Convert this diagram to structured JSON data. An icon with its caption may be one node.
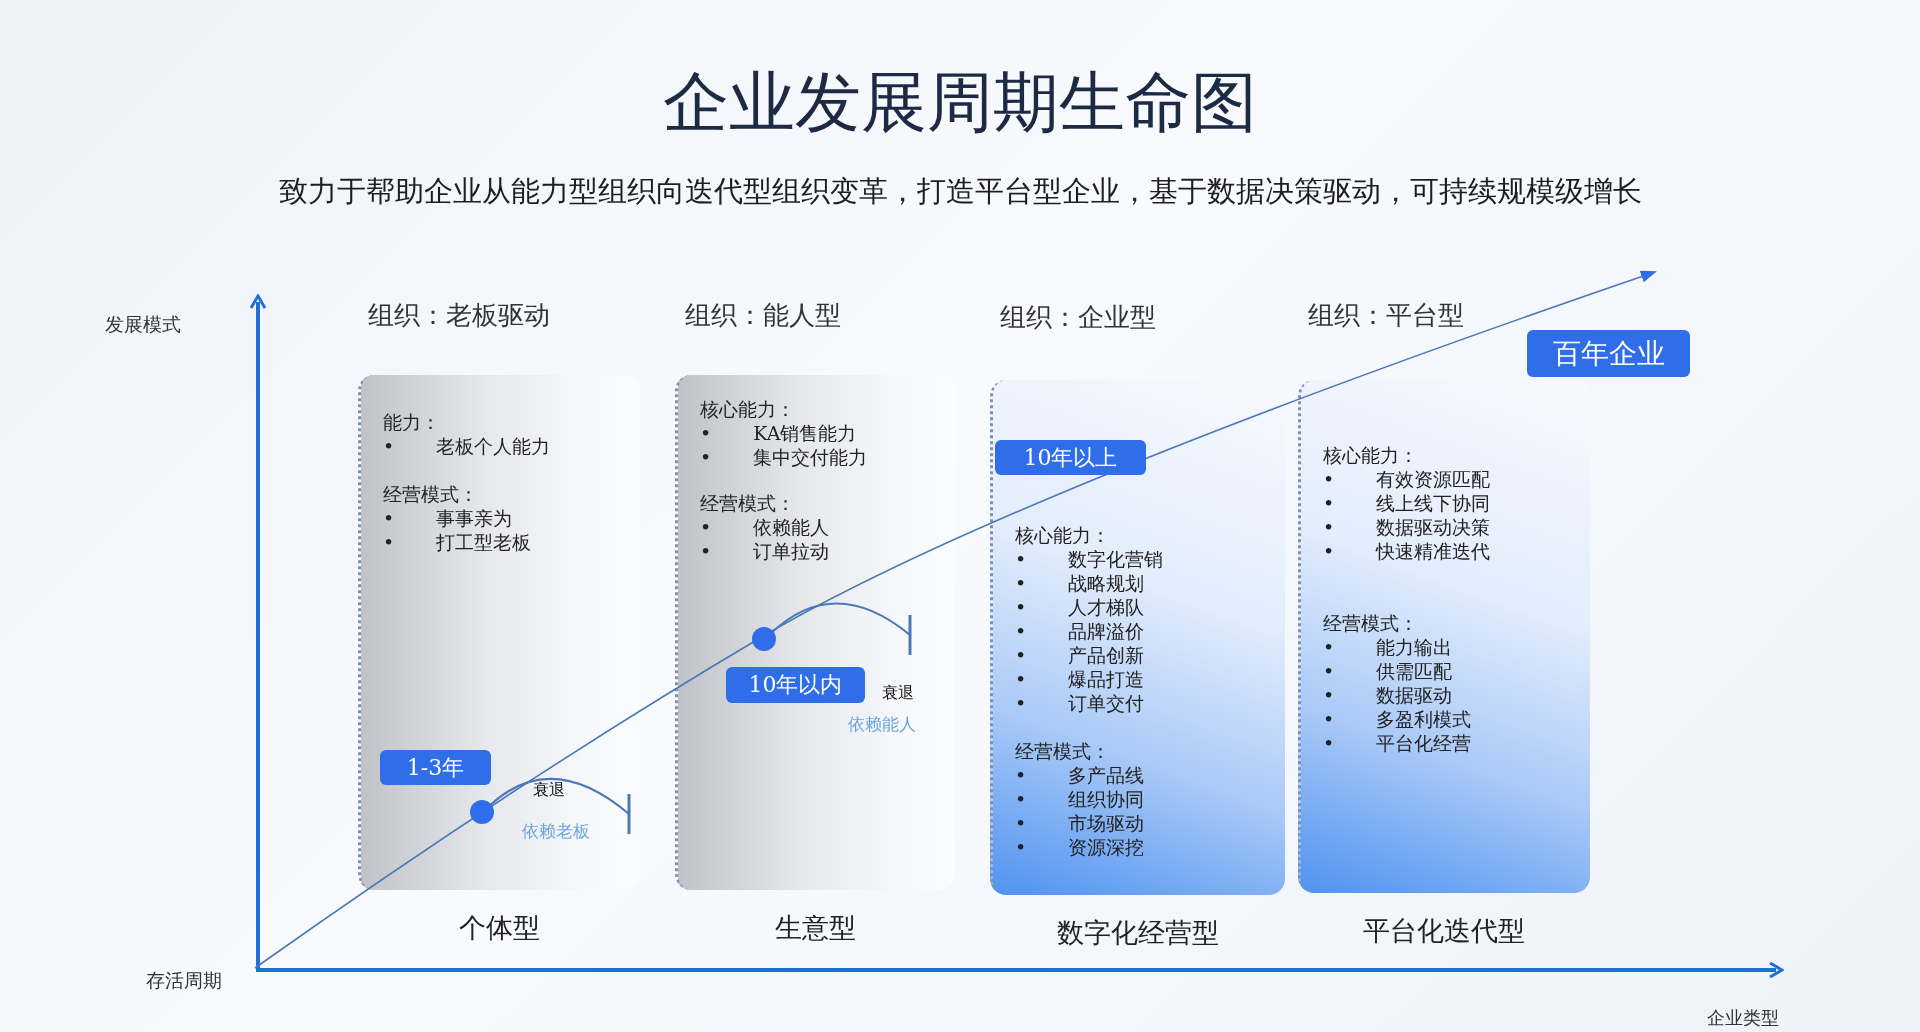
{
  "diagram": {
    "title": "企业发展周期生命图",
    "nodes": [
      {
        "text": [
          "组织：老板驱动",
          "能力：",
          "• 老板个人能力",
          "经营模式：",
          "• 事事亲为",
          "• 打工型老板"
        ],
        "beside": [
          "个体型"
        ]
      },
      {
        "text": [
          "1-3年"
        ],
        "in": 0
      },
      {
        "text": [],
        "shape": "circle",
        "in": 0
      },
      {
        "text": [
          "组织：能人型",
          "核心能力：",
          "• KA销售能力",
          "• 集中交付能力",
          "经营模式：",
          "• 依赖能人",
          "• 订单拉动"
        ],
        "beside": [
          "生意型"
        ]
      },
      {
        "text": [
          "10年以内"
        ],
        "in": 3
      },
      {
        "text": [],
        "shape": "circle",
        "in": 3
      },
      {
        "text": [
          "组织：企业型",
          "核心能力：",
          "• 数字化营销",
          "• 战略规划",
          "• 人才梯队",
          "• 品牌溢价",
          "• 产品创新",
          "• 爆品打造",
          "• 订单交付",
          "经营模式：",
          "• 多产品线",
          "• 组织协同",
          "• 市场驱动",
          "• 资源深挖"
        ],
        "beside": [
          "数字化经营型"
        ]
      },
      {
        "text": [
          "10年以上"
        ],
        "in": 6
      },
      {
        "text": [
          "组织：平台型",
          "核心能力：",
          "• 有效资源匹配",
          "• 线上线下协同",
          "• 数据驱动决策",
          "• 快速精准迭代",
          "经营模式：",
          "• 能力输出",
          "• 供需匹配",
          "• 数据驱动",
          "• 多盈利模式",
          "• 平台化经营"
        ],
        "beside": [
          "平台化迭代型"
        ]
      },
      {
        "text": [
          "百年企业"
        ]
      }
    ],
    "edges": [
      {
        "from": 2,
        "to": null,
        "arrow": "other",
        "label": "衰退"
      },
      {
        "from": 5,
        "to": null,
        "arrow": "other",
        "label": "衰退"
      }
    ],
    "labels": [
      "致力于帮助企业从能力型组织向迭代型组织变革，打造平台型企业，基于数据决策驱动，可持续规模级增长",
      "发展模式",
      "依赖老板",
      "依赖能人",
      "存活周期",
      "企业类型"
    ]
  }
}
